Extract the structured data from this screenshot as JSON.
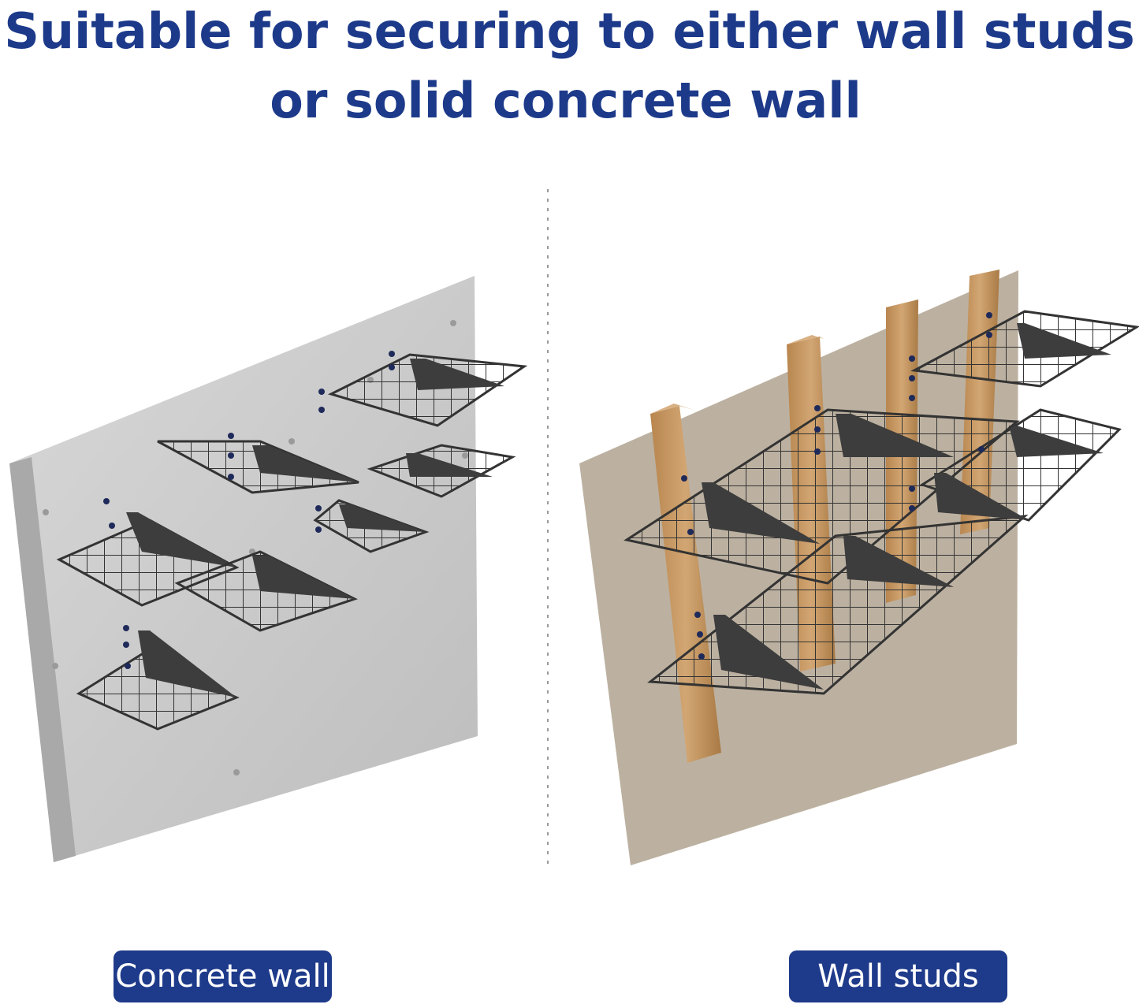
{
  "headline": {
    "line1": "Suitable for securing to either wall studs",
    "line2": "or solid concrete wall"
  },
  "labels": {
    "left": "Concrete wall",
    "right": "Wall studs"
  },
  "colors": {
    "brand_blue": "#1e3a8a",
    "concrete": "#c9c9c9",
    "drywall": "#b5aa98",
    "stud": "#c89b68",
    "shelf_metal": "#3a3a3a"
  }
}
